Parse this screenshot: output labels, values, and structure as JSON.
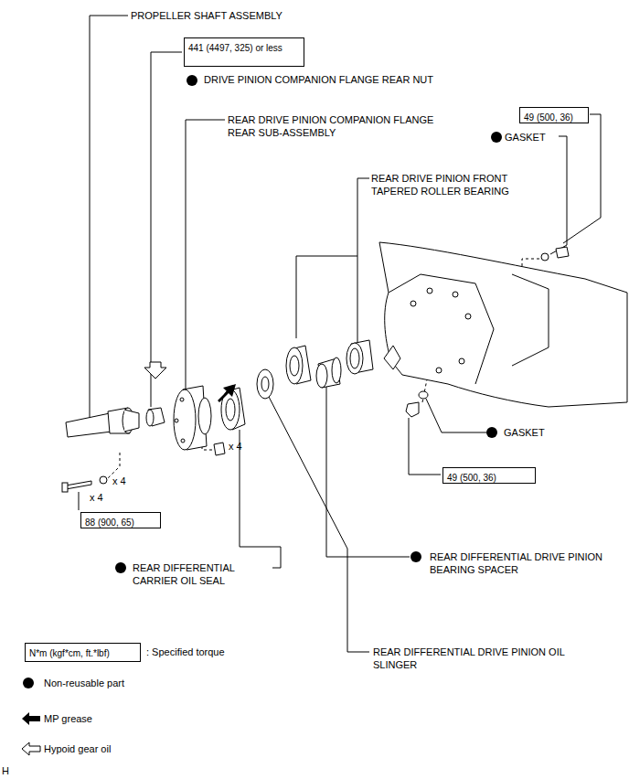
{
  "diagram": {
    "nodes": [
      {
        "text": [
          "441 (4497, 325) or less"
        ]
      },
      {
        "text": [
          "49 (500, 36)"
        ]
      },
      {
        "text": [
          "49 (500, 36)"
        ]
      },
      {
        "text": [
          "88 (900, 65)"
        ]
      },
      {
        "text": [
          "N*m (kgf*cm, ft.*lbf)"
        ]
      }
    ],
    "labels": [
      "PROPELLER SHAFT ASSEMBLY",
      "DRIVE PINION COMPANION FLANGE REAR NUT",
      "REAR DRIVE PINION COMPANION FLANGE REAR SUB-ASSEMBLY",
      "GASKET",
      "REAR DRIVE PINION FRONT TAPERED ROLLER BEARING",
      "x 4",
      "x 4",
      "GASKET",
      "x 4",
      "REAR DIFFERENTIAL CARRIER OIL SEAL",
      "REAR DIFFERENTIAL DRIVE PINION BEARING SPACER",
      "REAR DIFFERENTIAL DRIVE PINION OIL SLINGER",
      "H"
    ],
    "legend": [
      {
        "text": ": Specified torque"
      },
      {
        "text": "Non-reusable part"
      },
      {
        "text": "MP grease"
      },
      {
        "text": "Hypoid gear oil"
      }
    ]
  }
}
